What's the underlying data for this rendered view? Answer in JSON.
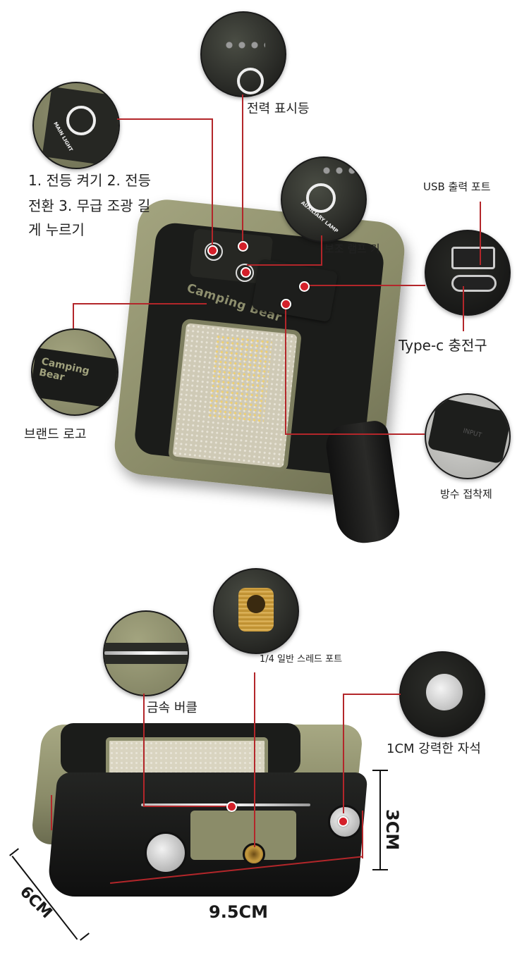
{
  "labels": {
    "power_indicator": "전력 표시등",
    "main_light_desc_line1": "1. 전등 켜기 2. 전등",
    "main_light_desc_line2": "전환 3. 무급 조광 길",
    "main_light_desc_line3": "게 누르기",
    "auxiliary_lamp_key": "보조 램프 키",
    "usb_output_port": "USB 출력 포트",
    "type_c_port": "Type-c 충전구",
    "brand_logo": "브랜드 로고",
    "waterproof_seal": "방수 접착제",
    "thread_port": "1/4 일반 스레드 포트",
    "metal_buckle": "금속 버클",
    "magnet": "1CM 강력한 자석"
  },
  "product": {
    "brand": "Camping Bear",
    "main_light_text": "MAIN LIGHT",
    "aux_lamp_text": "AUXILIARY LAMP",
    "port_cover_text": "INPUT"
  },
  "dimensions": {
    "height": "3CM",
    "depth": "6CM",
    "width": "9.5CM"
  },
  "colors": {
    "accent_line": "#b3262a",
    "body_olive": "#8e8f6e",
    "frame_black": "#1b1c1a"
  }
}
